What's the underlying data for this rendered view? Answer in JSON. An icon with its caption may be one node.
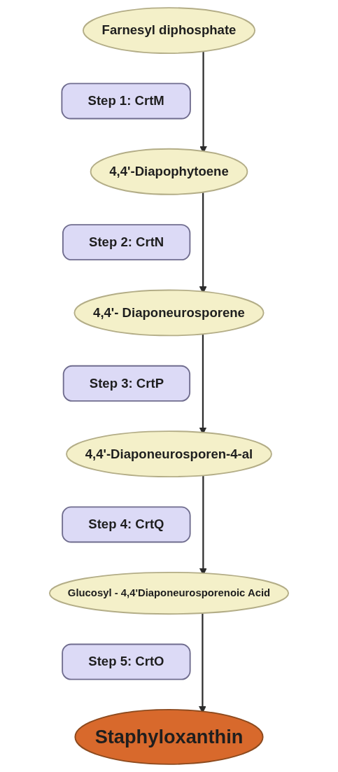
{
  "diagram": {
    "nodes": [
      {
        "text": [
          "Farnesyl diphosphate"
        ]
      },
      {
        "text": [
          "Step 1: CrtM"
        ]
      },
      {
        "text": [
          "4,4'-Diapophytoene"
        ]
      },
      {
        "text": [
          "Step 2: CrtN"
        ]
      },
      {
        "text": [
          "4,4'- Diaponeurosporene"
        ]
      },
      {
        "text": [
          "Step 3: CrtP"
        ]
      },
      {
        "text": [
          "4,4'-Diaponeurosporen-4-al"
        ]
      },
      {
        "text": [
          "Step 4: CrtQ"
        ]
      },
      {
        "text": [
          "Glucosyl - 4,4'Diaponeurosporenoic Acid"
        ]
      },
      {
        "text": [
          "Step 5: CrtO"
        ]
      },
      {
        "text": [
          "Staphyloxanthin"
        ]
      }
    ],
    "edges": [
      {
        "from": 0,
        "to": 2,
        "arrow": "to"
      },
      {
        "from": 2,
        "to": 4,
        "arrow": "to"
      },
      {
        "from": 4,
        "to": 6,
        "arrow": "to"
      },
      {
        "from": 6,
        "to": 8,
        "arrow": "to"
      },
      {
        "from": 8,
        "to": 10,
        "arrow": "to"
      }
    ]
  }
}
